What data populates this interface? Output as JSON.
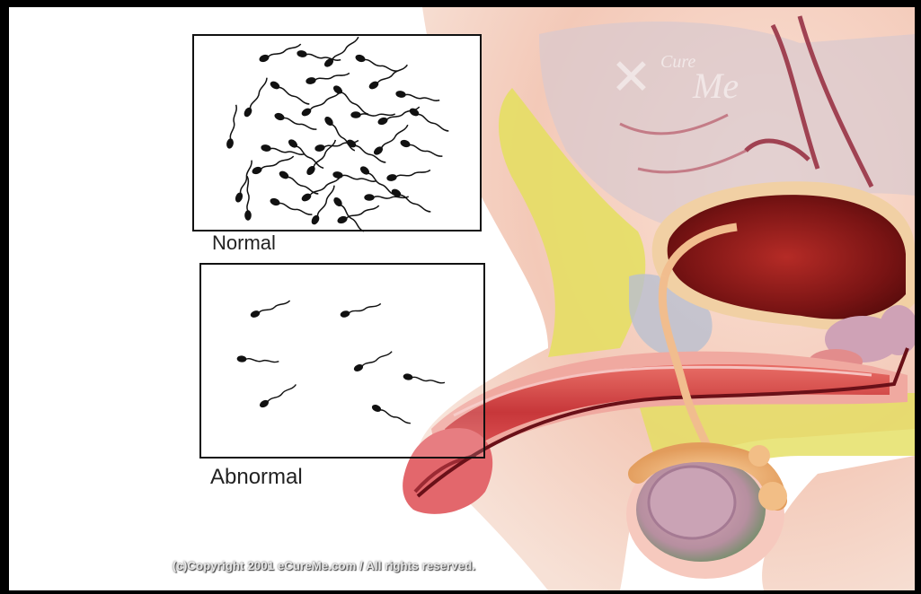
{
  "labels": {
    "normal": "Normal",
    "abnormal": "Abnormal"
  },
  "watermark": {
    "line1": "Cure",
    "line2": "Me"
  },
  "copyright": "(c)Copyright 2001 eCureMe.com / All rights reserved.",
  "colors": {
    "skin": "#f2c9b6",
    "tissue": "#d23a3a",
    "fat": "#e5e05a",
    "bladder": "#8e1b1b",
    "gland": "#eab07a",
    "sperm": "#111111"
  },
  "icons": {
    "watermark_logo": "x-logo-icon",
    "sperm_cell": "sperm-cell-icon"
  }
}
